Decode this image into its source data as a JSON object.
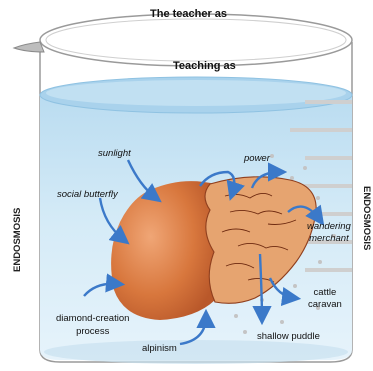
{
  "top_title": "The teacher as",
  "surface_title": "Teaching as",
  "left_side_label": "ENDOSMOSIS",
  "right_side_label": "ENDOSMOSIS",
  "labels": {
    "sunlight": "sunlight",
    "social_butterfly": "social butterfly",
    "diamond_creation": "diamond-creation\nprocess",
    "alpinism": "alpinism",
    "power": "power",
    "wandering_merchant": "wandering\nmerchant",
    "cattle_caravan": "cattle\ncaravan",
    "shallow_puddle": "shallow puddle"
  },
  "colors": {
    "water": "#cfe6f4",
    "water_surface": "#a9d2ec",
    "egg_shell": "#d9793f",
    "egg_membrane": "#e8a06a",
    "arrow": "#3b79c9",
    "glass_rim": "#c8c8c8"
  }
}
